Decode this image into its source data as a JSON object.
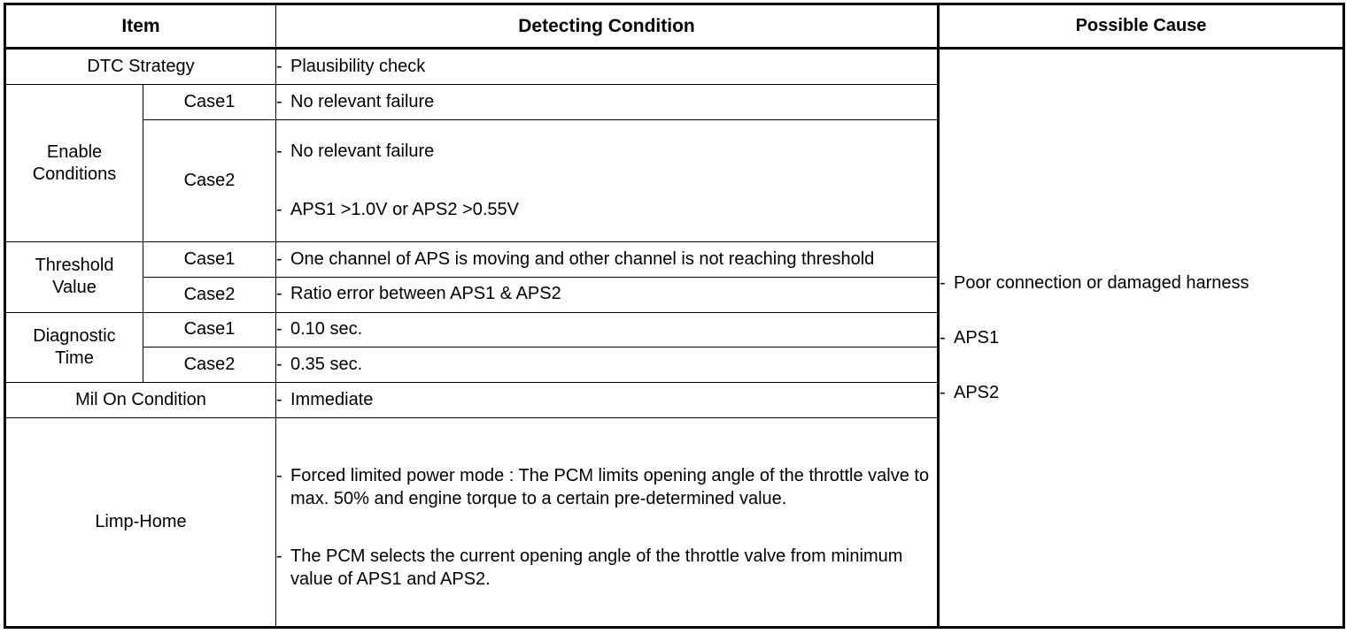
{
  "table": {
    "headers": {
      "item": "Item",
      "detecting_condition": "Detecting Condition",
      "possible_cause": "Possible Cause"
    },
    "rows": {
      "dtc_strategy": {
        "label": "DTC Strategy",
        "condition": "Plausibility check"
      },
      "enable_conditions": {
        "label_line1": "Enable",
        "label_line2": "Conditions",
        "case1_label": "Case1",
        "case1_condition": "No relevant failure",
        "case2_label": "Case2",
        "case2_condition_a": "No relevant failure",
        "case2_condition_b": "APS1 >1.0V or APS2 >0.55V"
      },
      "threshold_value": {
        "label_line1": "Threshold",
        "label_line2": "Value",
        "case1_label": "Case1",
        "case1_condition": "One channel of APS is moving and other channel is not reaching threshold",
        "case2_label": "Case2",
        "case2_condition": "Ratio error between APS1 & APS2"
      },
      "diagnostic_time": {
        "label_line1": "Diagnostic",
        "label_line2": "Time",
        "case1_label": "Case1",
        "case1_condition": "0.10 sec.",
        "case2_label": "Case2",
        "case2_condition": "0.35 sec."
      },
      "mil_on_condition": {
        "label": "Mil On Condition",
        "condition": "Immediate"
      },
      "limp_home": {
        "label": "Limp-Home",
        "condition_a": "Forced limited power mode : The PCM limits opening angle of the throttle valve to max. 50% and engine torque to a certain pre-determined value.",
        "condition_b": "The PCM selects the current opening angle of the throttle valve from minimum value of APS1 and APS2."
      }
    },
    "possible_causes": [
      "Poor connection or damaged harness",
      "APS1",
      "APS2"
    ],
    "bullet_dash": "-"
  },
  "colors": {
    "border": "#000000",
    "text": "#000000",
    "background": "#ffffff"
  }
}
